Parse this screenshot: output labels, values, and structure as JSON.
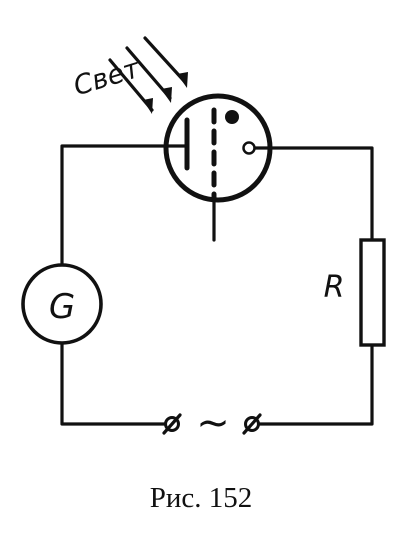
{
  "diagram": {
    "light_label": "Свет",
    "galvanometer_label": "G",
    "resistor_label": "R",
    "ac_symbol": "~",
    "caption": "Рис. 152"
  },
  "colors": {
    "ink": "#111111",
    "paper": "#ffffff"
  }
}
